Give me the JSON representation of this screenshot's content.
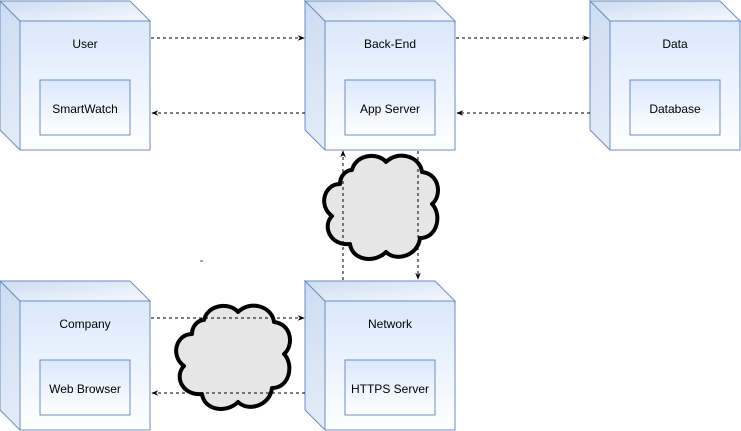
{
  "diagram": {
    "nodes": {
      "user": {
        "title": "User",
        "component": "SmartWatch"
      },
      "backend": {
        "title": "Back-End",
        "component": "App Server"
      },
      "data": {
        "title": "Data",
        "component": "Database"
      },
      "company": {
        "title": "Company",
        "component": "Web Browser"
      },
      "network": {
        "title": "Network",
        "component": "HTTPS Server"
      }
    }
  },
  "colors": {
    "node_gradient_top": "#dae8fc",
    "node_gradient_bottom": "#ffffff",
    "node_border": "#6c8ebf",
    "cloud_fill": "#e6e6e6",
    "cloud_stroke": "#000000",
    "edge": "#000000"
  }
}
